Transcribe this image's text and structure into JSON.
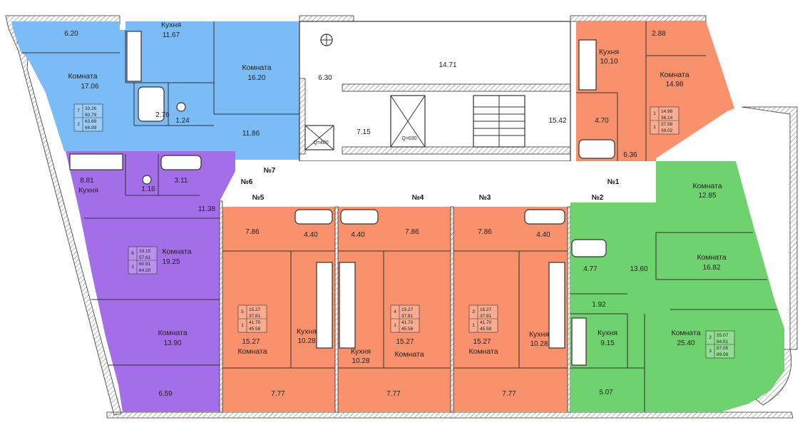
{
  "colors": {
    "blue": "#7bbcf6",
    "orange": "#f9916c",
    "purple": "#a36ee8",
    "green": "#6ed26e",
    "wall": "#ffffff",
    "line": "#333333"
  },
  "icons": [
    "toilet-icon",
    "bathtub-icon",
    "sink-icon",
    "stove-icon",
    "elevator-icon",
    "staircase-icon"
  ],
  "labels": {
    "kitchen": "Кухня",
    "room": "Комната"
  },
  "apartments": {
    "n1": "№1",
    "n2": "№2",
    "n3": "№3",
    "n4": "№4",
    "n5": "№5",
    "n6": "№6",
    "n7": "№7"
  },
  "areas": {
    "a7_hall_top": "6.20",
    "a7_room": "17.06",
    "a7_kitchen": "11.67",
    "a7_bath": "2.76",
    "a7_wc": "1.24",
    "a7_room2": "16.20",
    "a7_hall": "11.86",
    "lobby_a": "6.30",
    "lobby_b": "7.15",
    "lobby_c": "14.71",
    "lobby_d": "15.42",
    "lift1": "Q=400",
    "lift2": "Q=630",
    "a1_kitchen": "10.10",
    "a1_balcony": "2.88",
    "a1_room": "14.98",
    "a1_bath": "4.70",
    "a1_hall": "6.36",
    "a6_kitchen": "8.81",
    "a6_wc": "1.16",
    "a6_bath": "3.11",
    "a6_hall": "11.38",
    "a6_room": "19.25",
    "a6_room2": "13.90",
    "a6_balcony": "6.59",
    "a5_hall": "7.86",
    "a5_bath": "4.40",
    "a5_room": "15.27",
    "a5_kitchen": "10.28",
    "a5_balcony": "7.77",
    "a4_hall": "7.86",
    "a4_bath": "4.40",
    "a4_room": "15.27",
    "a4_kitchen": "10.28",
    "a4_balcony": "7.77",
    "a3_hall": "7.86",
    "a3_bath": "4.40",
    "a3_room": "15.27",
    "a3_kitchen": "10.28",
    "a3_balcony": "7.77",
    "a2_room_a": "12.85",
    "a2_bath": "4.77",
    "a2_hall": "13.60",
    "a2_room_b": "16.82",
    "a2_wc": "1.92",
    "a2_kitchen": "9.15",
    "a2_room_c": "25.40",
    "a2_balcony": "5.07"
  },
  "tables": {
    "t7": {
      "rooms": [
        "7",
        "2"
      ],
      "vals": [
        "33.26",
        "60.79",
        "63.89",
        "66.99"
      ]
    },
    "t1": {
      "rooms": [
        "1",
        "1"
      ],
      "vals": [
        "14.98",
        "36.14",
        "37.58",
        "39.02"
      ]
    },
    "t6": {
      "rooms": [
        "6",
        "2"
      ],
      "vals": [
        "33.15",
        "57.61",
        "60.91",
        "64.20"
      ]
    },
    "t5": {
      "rooms": [
        "5",
        "1"
      ],
      "vals": [
        "15.27",
        "37.81",
        "41.70",
        "45.58"
      ]
    },
    "t4": {
      "rooms": [
        "4",
        "1"
      ],
      "vals": [
        "15.27",
        "37.81",
        "41.70",
        "45.58"
      ]
    },
    "t3": {
      "rooms": [
        "3",
        "1"
      ],
      "vals": [
        "15.27",
        "37.81",
        "41.70",
        "45.58"
      ]
    },
    "t2": {
      "rooms": [
        "2",
        "3"
      ],
      "vals": [
        "55.07",
        "84.51",
        "87.05",
        "89.58"
      ]
    }
  }
}
